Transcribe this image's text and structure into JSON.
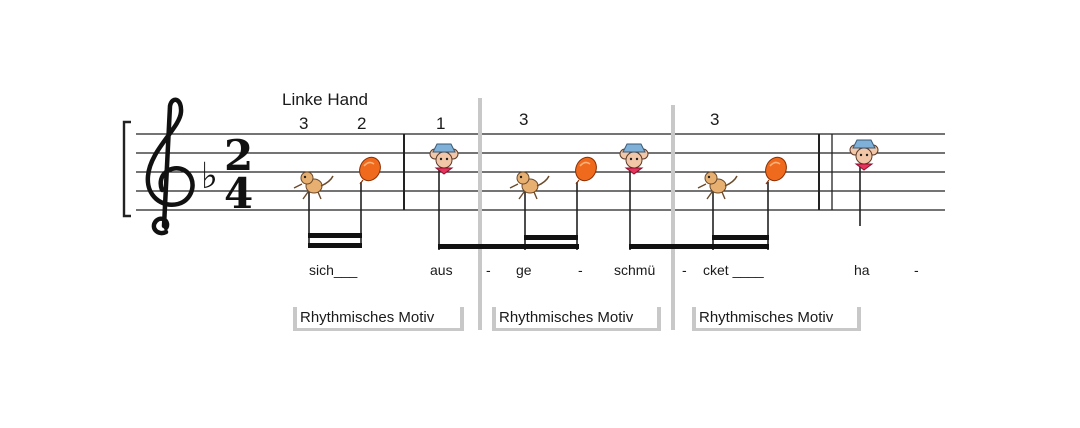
{
  "hand_label": "Linke Hand",
  "fingerings": [
    "3",
    "2",
    "1",
    "3",
    "3"
  ],
  "clef": "treble",
  "key_signature": "♭",
  "time_signature": {
    "top": "2",
    "bottom": "4"
  },
  "lyrics": [
    "sich___",
    "aus",
    "-",
    "ge",
    "-",
    "schmü",
    "-",
    "cket ____",
    "ha",
    "-"
  ],
  "motifs": [
    "Rhythmisches Motiv",
    "Rhythmisches Motiv",
    "Rhythmisches Motiv"
  ],
  "note_figures": [
    "monkey",
    "balloon",
    "mouse",
    "monkey",
    "balloon",
    "mouse",
    "monkey",
    "balloon",
    "mouse"
  ],
  "colors": {
    "staff": "#222222",
    "bracket_bar": "#c8c8c8",
    "balloon": "#f06a1e",
    "mouse_shirt": "#e8335a",
    "mouse_hat": "#7fb0d8",
    "monkey": "#e8b070"
  }
}
